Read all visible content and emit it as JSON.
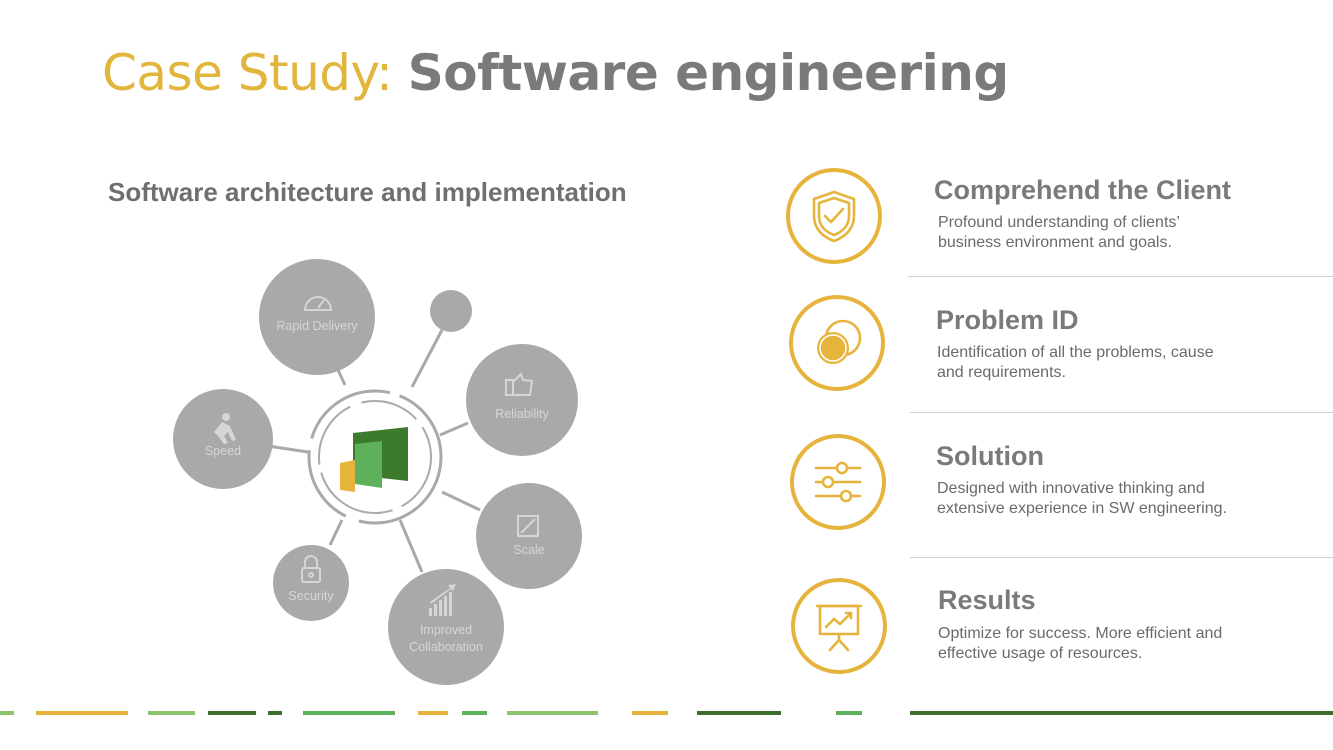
{
  "title": {
    "prefix": "Case Study:",
    "main": "Software engineering"
  },
  "subtitle": "Software architecture and implementation",
  "diagram": {
    "nodes": [
      {
        "label_lines": [
          "Rapid Delivery"
        ],
        "icon": "speedometer-icon"
      },
      {
        "label_lines": [],
        "icon": ""
      },
      {
        "label_lines": [
          "Reliability"
        ],
        "icon": "thumbs-up-star-icon"
      },
      {
        "label_lines": [
          "Speed"
        ],
        "icon": "running-person-icon"
      },
      {
        "label_lines": [
          "Scale"
        ],
        "icon": "resize-icon"
      },
      {
        "label_lines": [
          "Security"
        ],
        "icon": "padlock-icon"
      },
      {
        "label_lines": [
          "Improved",
          "Collaboration"
        ],
        "icon": "growth-chart-icon"
      }
    ],
    "colors": {
      "node": "#a9a9a9",
      "hub_ring": "#a9a9a9",
      "logo_dark": "#3c7a2e",
      "logo_mid": "#5db15a",
      "logo_yellow": "#e6b43c"
    }
  },
  "features": [
    {
      "title": "Comprehend the Client",
      "desc": "Profound understanding of clients’ business environment and goals.",
      "icon": "shield-check-icon"
    },
    {
      "title": "Problem ID",
      "desc": "Identification of all the problems, cause and requirements.",
      "icon": "overlapping-circles-icon"
    },
    {
      "title": "Solution",
      "desc": "Designed with innovative thinking and extensive experience in SW engineering.",
      "icon": "sliders-icon"
    },
    {
      "title": "Results",
      "desc": "Optimize for success. More efficient and effective usage of resources.",
      "icon": "presentation-board-icon"
    }
  ],
  "colors": {
    "accent_yellow": "#e6b43c",
    "heading_gray": "#7a7a7a",
    "title_yellow": "#e2b53c",
    "bar_dark_green": "#3b6e2d",
    "bar_light_green": "#8cc36e"
  }
}
